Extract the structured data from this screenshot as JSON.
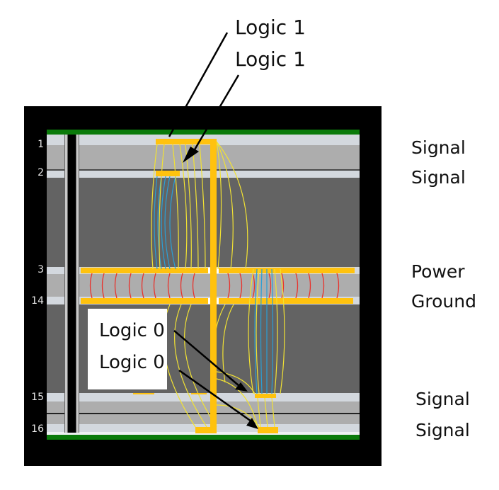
{
  "callouts": {
    "logic1_top": "Logic 1",
    "logic1_second": "Logic 1",
    "logic0_first": "Logic 0",
    "logic0_second": "Logic 0"
  },
  "layers": [
    {
      "number": "1",
      "type": "Signal"
    },
    {
      "number": "2",
      "type": "Signal"
    },
    {
      "number": "3",
      "type": "Power"
    },
    {
      "number": "14",
      "type": "Ground"
    },
    {
      "number": "15",
      "type": "Signal"
    },
    {
      "number": "16",
      "type": "Signal"
    }
  ],
  "colors": {
    "frame": "#000000",
    "outer_plane": "#0a7a0a",
    "copper": "#ffc20e",
    "field_yellow": "#f2e233",
    "field_blue": "#2a9fd6",
    "field_red": "#e8322c",
    "dielectric_dark": "#636363",
    "dielectric_light": "#adadad",
    "layer_copper_band": "#d3d8de"
  }
}
